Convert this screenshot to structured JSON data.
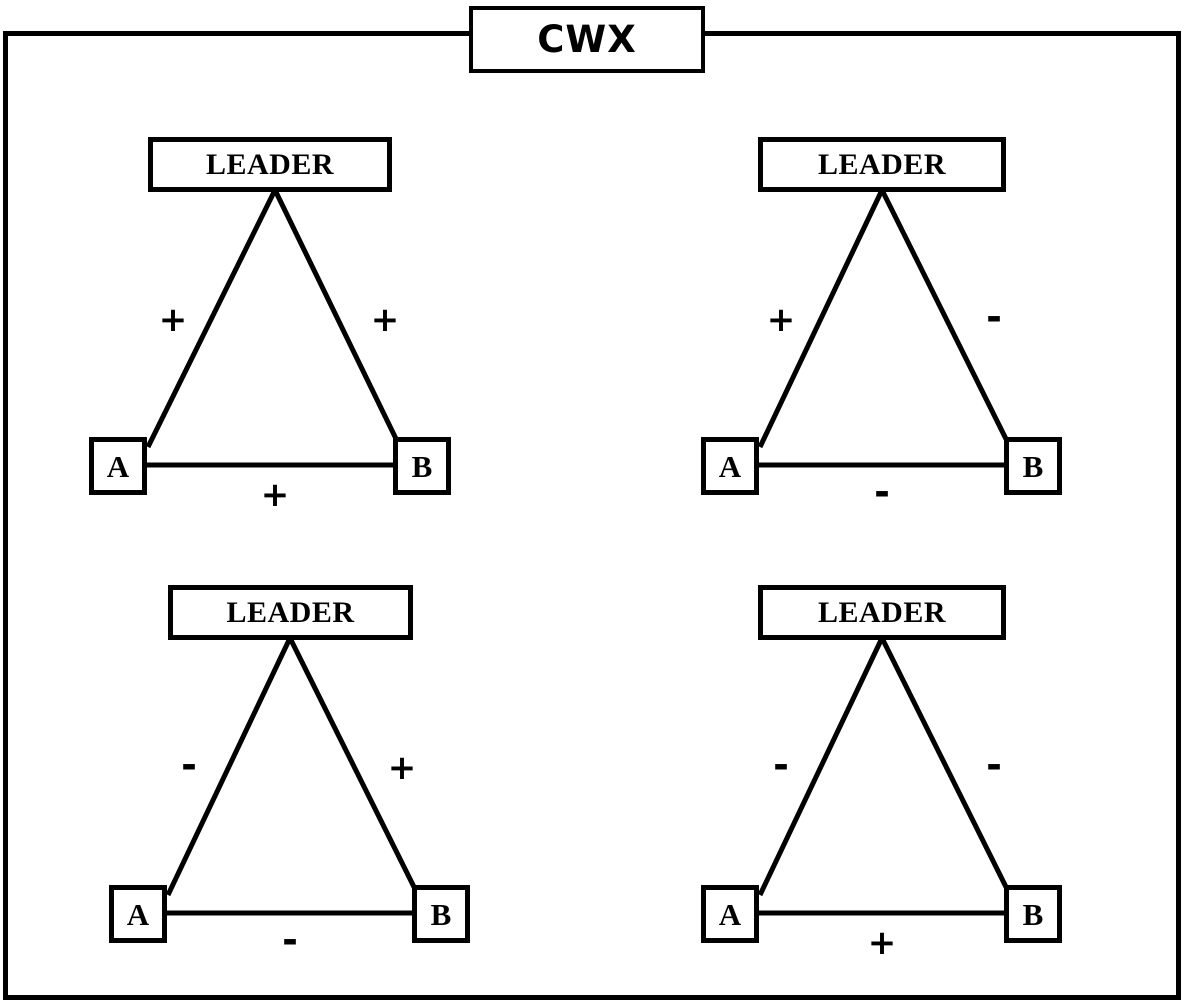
{
  "figure": {
    "title": "CWX",
    "title_icon": "figure-title-box",
    "border_color": "#000000",
    "background_color": "#ffffff"
  },
  "panels": [
    {
      "id": "panel-top-left",
      "leader_label": "LEADER",
      "node_a_label": "A",
      "node_b_label": "B",
      "sign_leader_a": "+",
      "sign_leader_b": "+",
      "sign_a_b": "+"
    },
    {
      "id": "panel-top-right",
      "leader_label": "LEADER",
      "node_a_label": "A",
      "node_b_label": "B",
      "sign_leader_a": "+",
      "sign_leader_b": "-",
      "sign_a_b": "-"
    },
    {
      "id": "panel-bottom-left",
      "leader_label": "LEADER",
      "node_a_label": "A",
      "node_b_label": "B",
      "sign_leader_a": "-",
      "sign_leader_b": "+",
      "sign_a_b": "-"
    },
    {
      "id": "panel-bottom-right",
      "leader_label": "LEADER",
      "node_a_label": "A",
      "node_b_label": "B",
      "sign_leader_a": "-",
      "sign_leader_b": "-",
      "sign_a_b": "+"
    }
  ]
}
